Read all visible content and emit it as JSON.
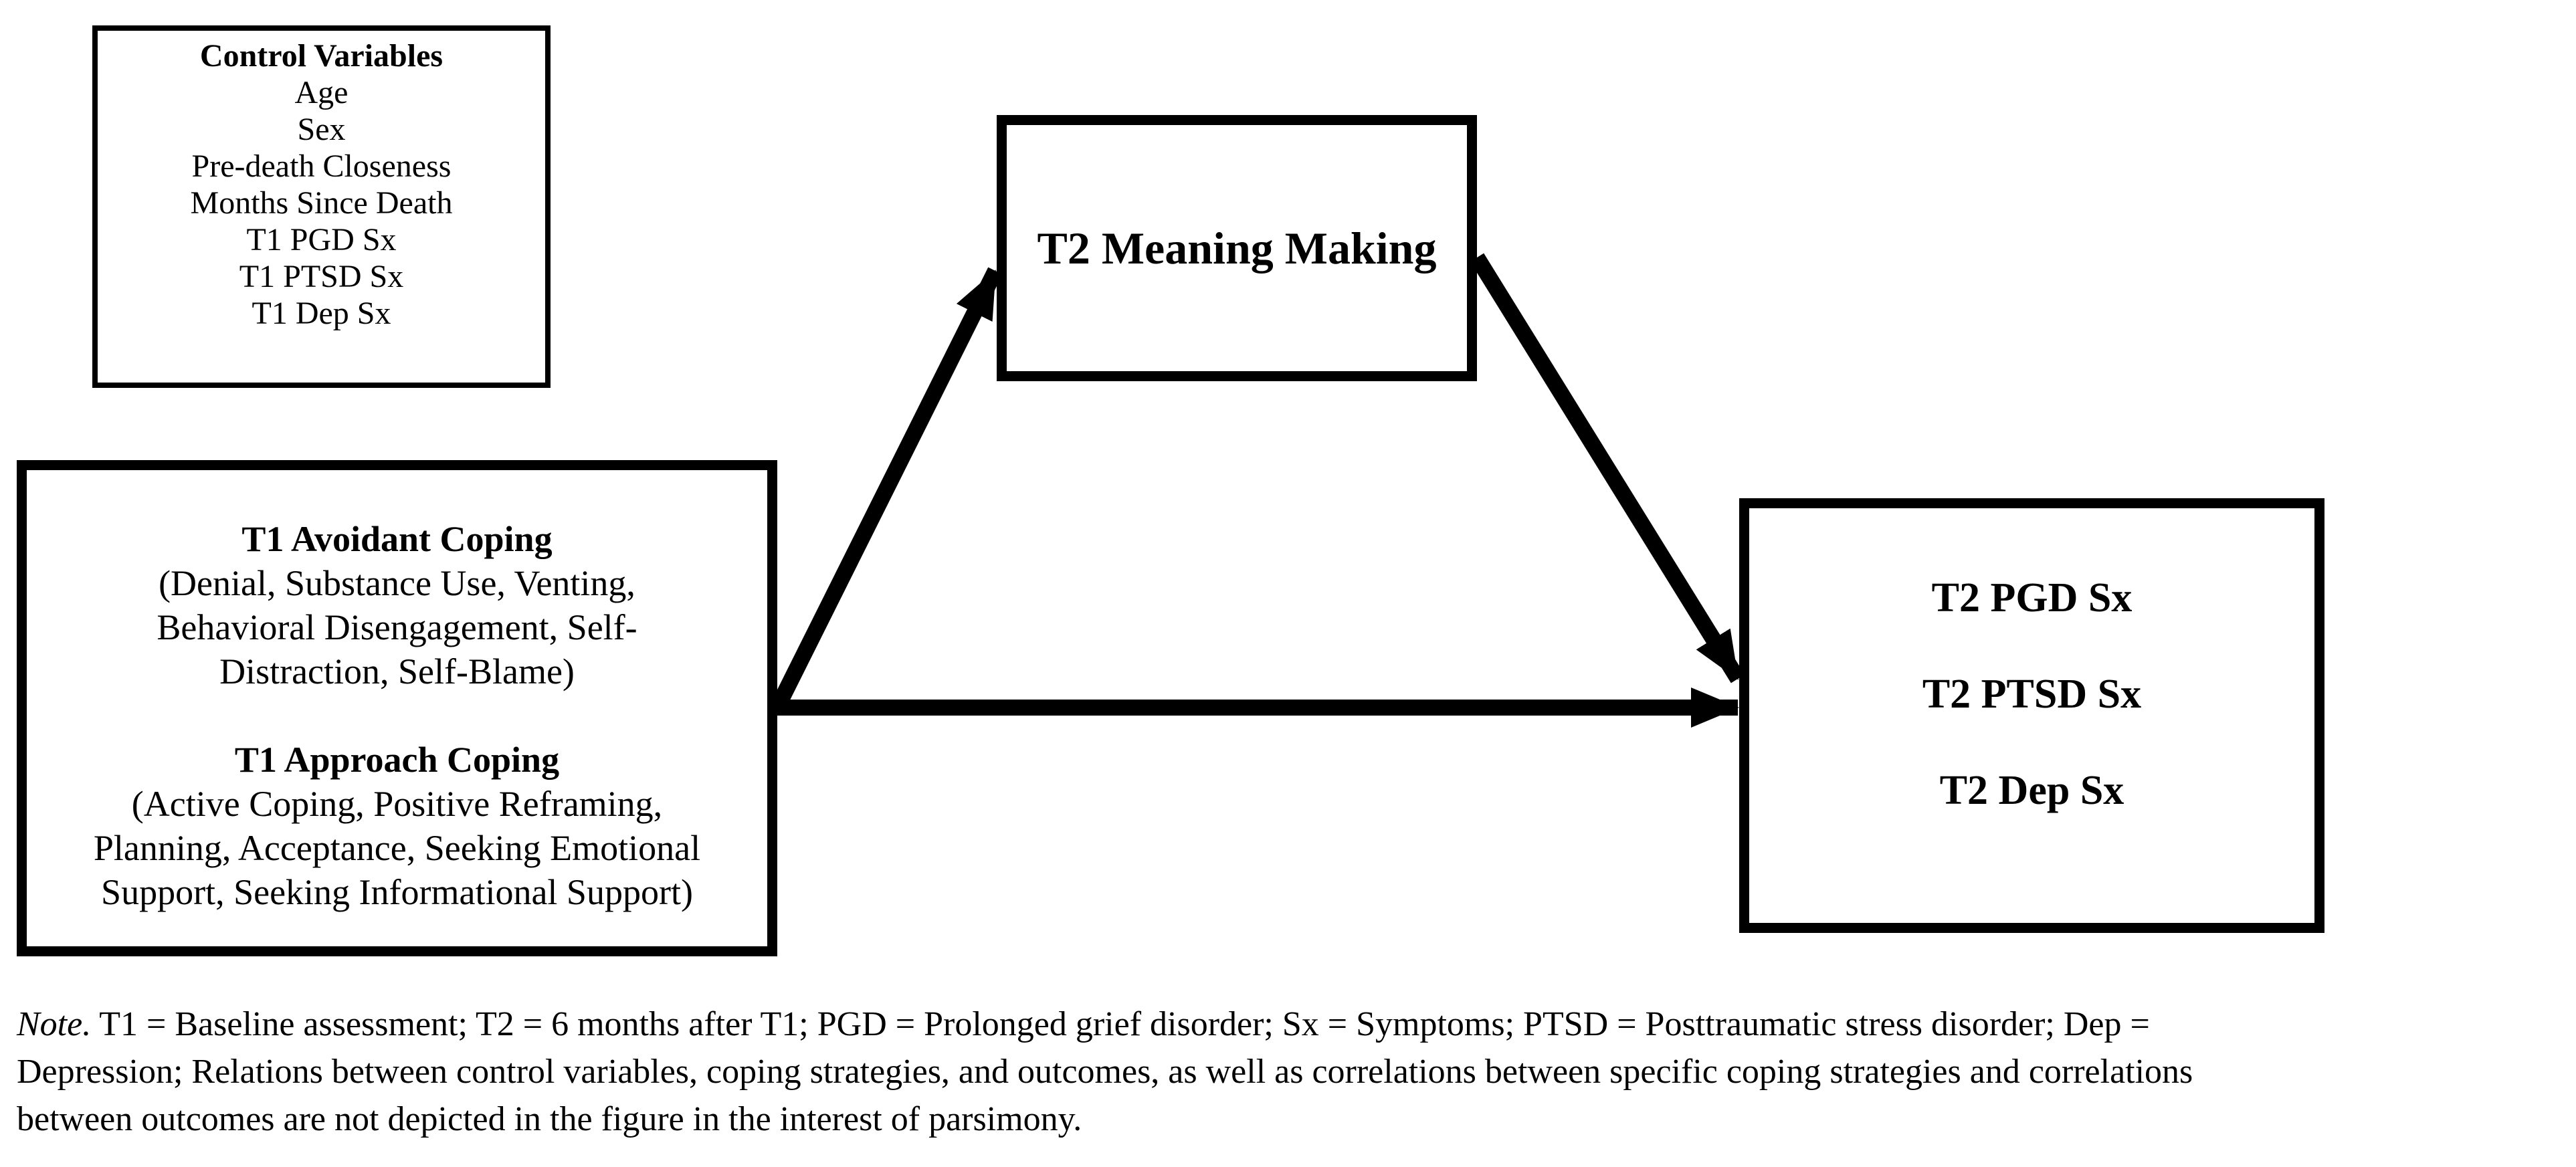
{
  "figure": {
    "control_box": {
      "title": "Control Variables",
      "items": [
        "Age",
        "Sex",
        "Pre-death Closeness",
        "Months Since Death",
        "T1 PGD Sx",
        "T1 PTSD Sx",
        "T1 Dep Sx"
      ]
    },
    "predictor_box": {
      "groups": [
        {
          "title": "T1 Avoidant Coping",
          "detail_lines": [
            "(Denial, Substance Use, Venting,",
            "Behavioral Disengagement, Self-",
            "Distraction, Self-Blame)"
          ]
        },
        {
          "title": "T1 Approach Coping",
          "detail_lines": [
            "(Active Coping, Positive Reframing,",
            "Planning, Acceptance, Seeking Emotional",
            "Support, Seeking Informational Support)"
          ]
        }
      ]
    },
    "mediator_box": {
      "label": "T2 Meaning Making"
    },
    "outcome_box": {
      "labels": [
        "T2 PGD Sx",
        "T2 PTSD Sx",
        "T2 Dep Sx"
      ]
    },
    "arrows": [
      {
        "from": "T1 Coping (predictor box)",
        "to": "T2 Meaning Making (mediator box)"
      },
      {
        "from": "T2 Meaning Making (mediator box)",
        "to": "T2 Outcomes box"
      },
      {
        "from": "T1 Coping (predictor box)",
        "to": "T2 Outcomes box"
      }
    ],
    "note": {
      "prefix": "Note.",
      "lines": [
        " T1 = Baseline assessment; T2 = 6 months after T1; PGD = Prolonged grief disorder; Sx = Symptoms; PTSD = Posttraumatic stress disorder; Dep =",
        "Depression; Relations between control variables, coping strategies, and outcomes, as well as correlations between specific coping strategies and correlations",
        "between outcomes are not depicted in the figure in the interest of parsimony."
      ]
    },
    "colors": {
      "ink": "#000000",
      "background": "#ffffff"
    }
  }
}
